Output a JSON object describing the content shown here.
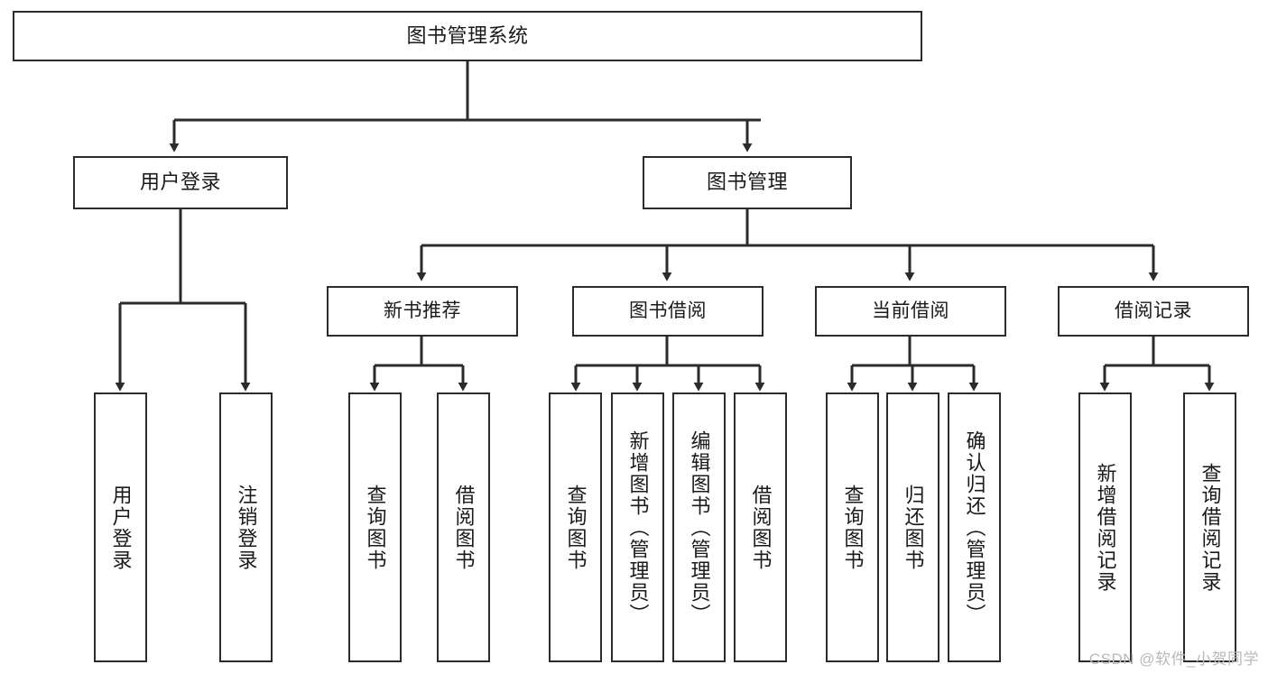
{
  "diagram": {
    "type": "tree-hierarchy",
    "title": "图书管理系统",
    "root": {
      "id": "root",
      "label": "图书管理系统"
    },
    "level2": [
      {
        "id": "user-login",
        "label": "用户登录"
      },
      {
        "id": "book-management",
        "label": "图书管理"
      }
    ],
    "level3": [
      {
        "id": "new-book-recommend",
        "label": "新书推荐",
        "parent": "book-management"
      },
      {
        "id": "book-borrow",
        "label": "图书借阅",
        "parent": "book-management"
      },
      {
        "id": "current-borrow",
        "label": "当前借阅",
        "parent": "book-management"
      },
      {
        "id": "borrow-record",
        "label": "借阅记录",
        "parent": "book-management"
      }
    ],
    "leaves": [
      {
        "id": "leaf-user-login",
        "label": "用户登录",
        "parent": "user-login"
      },
      {
        "id": "leaf-logout",
        "label": "注销登录",
        "parent": "user-login"
      },
      {
        "id": "leaf-query-book-1",
        "label": "查询图书",
        "parent": "new-book-recommend"
      },
      {
        "id": "leaf-borrow-book-1",
        "label": "借阅图书",
        "parent": "new-book-recommend"
      },
      {
        "id": "leaf-query-book-2",
        "label": "查询图书",
        "parent": "book-borrow"
      },
      {
        "id": "leaf-add-book",
        "label": "新增图书（管理员）",
        "parent": "book-borrow"
      },
      {
        "id": "leaf-edit-book",
        "label": "编辑图书（管理员）",
        "parent": "book-borrow"
      },
      {
        "id": "leaf-borrow-book-2",
        "label": "借阅图书",
        "parent": "book-borrow"
      },
      {
        "id": "leaf-query-book-3",
        "label": "查询图书",
        "parent": "current-borrow"
      },
      {
        "id": "leaf-return-book",
        "label": "归还图书",
        "parent": "current-borrow"
      },
      {
        "id": "leaf-confirm-return",
        "label": "确认归还（管理员）",
        "parent": "current-borrow"
      },
      {
        "id": "leaf-add-record",
        "label": "新增借阅记录",
        "parent": "borrow-record"
      },
      {
        "id": "leaf-query-record",
        "label": "查询借阅记录",
        "parent": "borrow-record"
      }
    ],
    "colors": {
      "stroke": "#2b2b2b",
      "fill": "#ffffff",
      "text": "#1a1a1a",
      "watermark": "#b9b9b9"
    }
  },
  "watermark": {
    "text": "CSDN @软件_小贺同学"
  }
}
